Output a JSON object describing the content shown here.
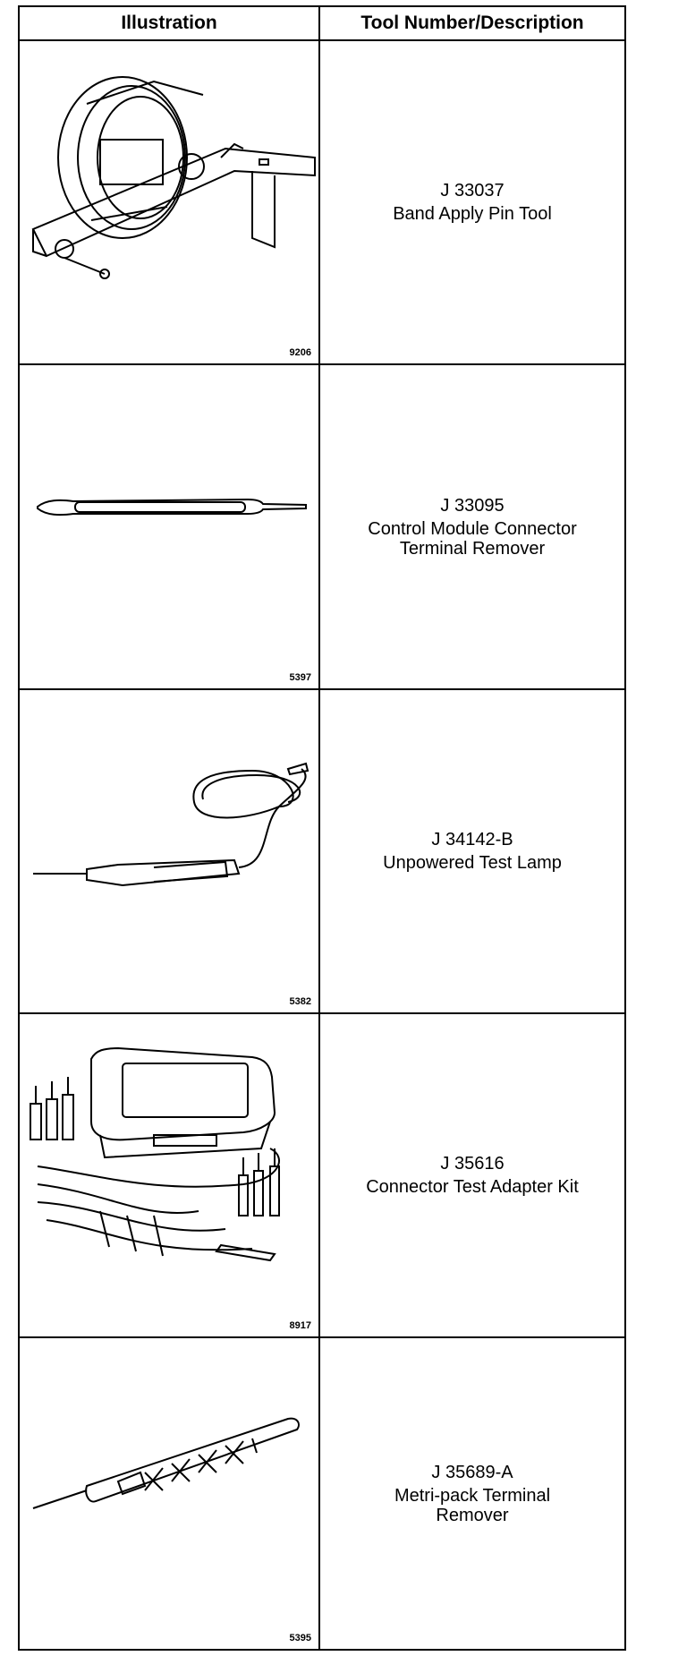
{
  "header": {
    "col1": "Illustration",
    "col2": "Tool Number/Description"
  },
  "rows": [
    {
      "figure": "9206",
      "number": "J 33037",
      "description": [
        "Band Apply Pin Tool"
      ]
    },
    {
      "figure": "5397",
      "number": "J 33095",
      "description": [
        "Control Module Connector",
        "Terminal Remover"
      ]
    },
    {
      "figure": "5382",
      "number": "J 34142-B",
      "description": [
        "Unpowered Test Lamp"
      ]
    },
    {
      "figure": "8917",
      "number": "J 35616",
      "description": [
        "Connector Test Adapter Kit"
      ]
    },
    {
      "figure": "5395",
      "number": "J 35689-A",
      "description": [
        "Metri-pack Terminal",
        "Remover"
      ]
    }
  ]
}
